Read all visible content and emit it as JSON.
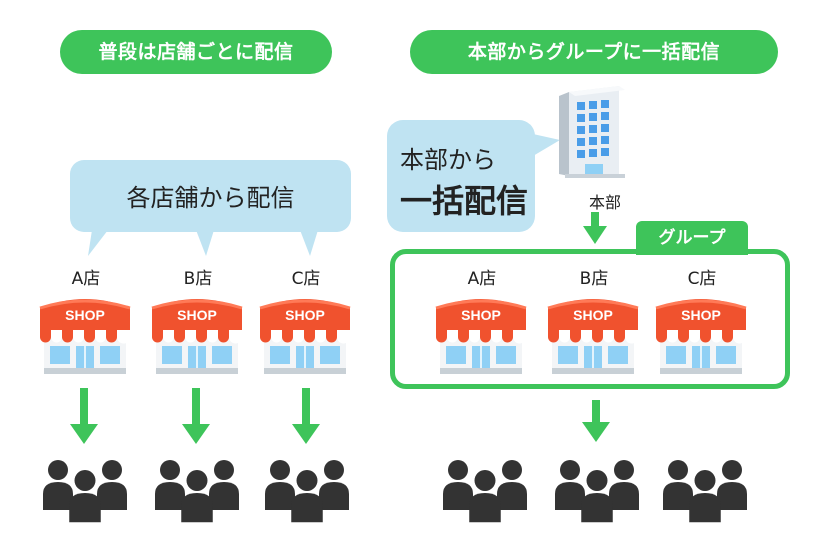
{
  "left_panel": {
    "title": "普段は店舗ごとに配信",
    "bubble_text": "各店舗から配信",
    "stores": [
      {
        "label": "A店",
        "sign": "SHOP"
      },
      {
        "label": "B店",
        "sign": "SHOP"
      },
      {
        "label": "C店",
        "sign": "SHOP"
      }
    ]
  },
  "right_panel": {
    "title": "本部からグループに一括配信",
    "bubble_line1": "本部から",
    "bubble_line2": "一括配信",
    "hq_label": "本部",
    "group_label": "グループ",
    "stores": [
      {
        "label": "A店",
        "sign": "SHOP"
      },
      {
        "label": "B店",
        "sign": "SHOP"
      },
      {
        "label": "C店",
        "sign": "SHOP"
      }
    ]
  },
  "colors": {
    "accent_green": "#3ec45a",
    "bubble_blue": "#bfe3f2",
    "shop_red": "#f0522e",
    "people": "#333333"
  },
  "icons": [
    "shop-icon",
    "office-building-icon",
    "people-group-icon",
    "down-arrow-icon"
  ]
}
